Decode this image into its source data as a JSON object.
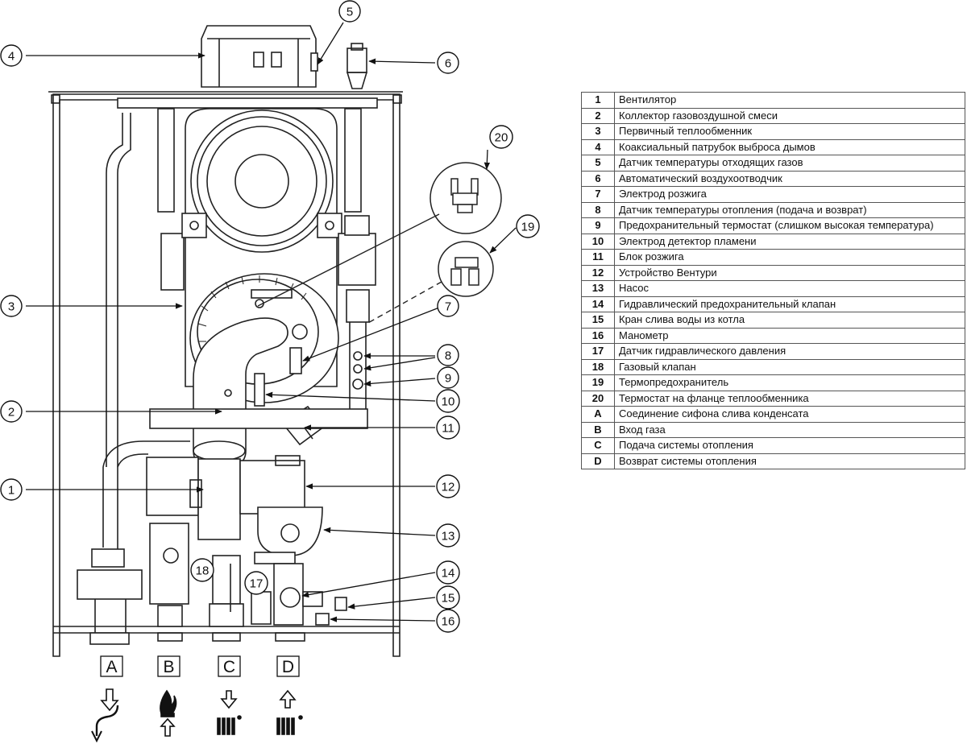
{
  "legend": [
    {
      "key": "1",
      "text": "Вентилятор"
    },
    {
      "key": "2",
      "text": "Коллектор газовоздушной смеси"
    },
    {
      "key": "3",
      "text": "Первичный теплообменник"
    },
    {
      "key": "4",
      "text": "Коаксиальный патрубок выброса дымов"
    },
    {
      "key": "5",
      "text": "Датчик температуры отходящих газов"
    },
    {
      "key": "6",
      "text": "Автоматический воздухоотводчик"
    },
    {
      "key": "7",
      "text": "Электрод розжига"
    },
    {
      "key": "8",
      "text": "Датчик температуры отопления (подача и возврат)"
    },
    {
      "key": "9",
      "text": "Предохранительный термостат (слишком высокая температура)"
    },
    {
      "key": "10",
      "text": "Электрод детектор пламени"
    },
    {
      "key": "11",
      "text": "Блок розжига"
    },
    {
      "key": "12",
      "text": "Устройство Вентури"
    },
    {
      "key": "13",
      "text": "Насос"
    },
    {
      "key": "14",
      "text": "Гидравлический предохранительный клапан"
    },
    {
      "key": "15",
      "text": "Кран слива воды из котла"
    },
    {
      "key": "16",
      "text": "Манометр"
    },
    {
      "key": "17",
      "text": "Датчик гидравлического давления"
    },
    {
      "key": "18",
      "text": "Газовый клапан"
    },
    {
      "key": "19",
      "text": "Термопредохранитель"
    },
    {
      "key": "20",
      "text": "Термостат на фланце теплообменника"
    },
    {
      "key": "A",
      "text": "Соединение сифона слива конденсата"
    },
    {
      "key": "B",
      "text": "Вход газа"
    },
    {
      "key": "C",
      "text": "Подача системы отопления"
    },
    {
      "key": "D",
      "text": "Возврат системы отопления"
    }
  ],
  "callouts": {
    "c1": "1",
    "c2": "2",
    "c3": "3",
    "c4": "4",
    "c5": "5",
    "c6": "6",
    "c7": "7",
    "c8": "8",
    "c9": "9",
    "c10": "10",
    "c11": "11",
    "c12": "12",
    "c13": "13",
    "c14": "14",
    "c15": "15",
    "c16": "16",
    "c17": "17",
    "c18": "18",
    "c19": "19",
    "c20": "20"
  },
  "connections": {
    "A": "A",
    "B": "B",
    "C": "C",
    "D": "D"
  },
  "icons": [
    "condensate-drain-icon",
    "gas-flame-icon",
    "heating-flow-icon",
    "heating-return-icon"
  ]
}
